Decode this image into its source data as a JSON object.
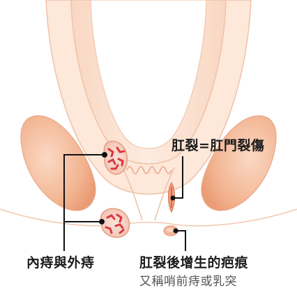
{
  "labels": {
    "fissure_label": "肛裂=肛門裂傷",
    "hemorrhoids_label": "內痔與外痔",
    "skin_tag_label": "肛裂後增生的疤痕",
    "skin_tag_sublabel": "又稱哨前痔或乳突"
  },
  "colors": {
    "skin_outer": "#fde5d6",
    "skin_mid": "#f6c4a6",
    "skin_deep": "#ee9e78",
    "outline": "#e8a888",
    "hemorrhoid_red": "#d9383f",
    "hemorrhoid_fill": "#f7d7cc",
    "leader_line": "#111111",
    "text_main": "#1a1a1a",
    "text_sub": "#555555"
  }
}
